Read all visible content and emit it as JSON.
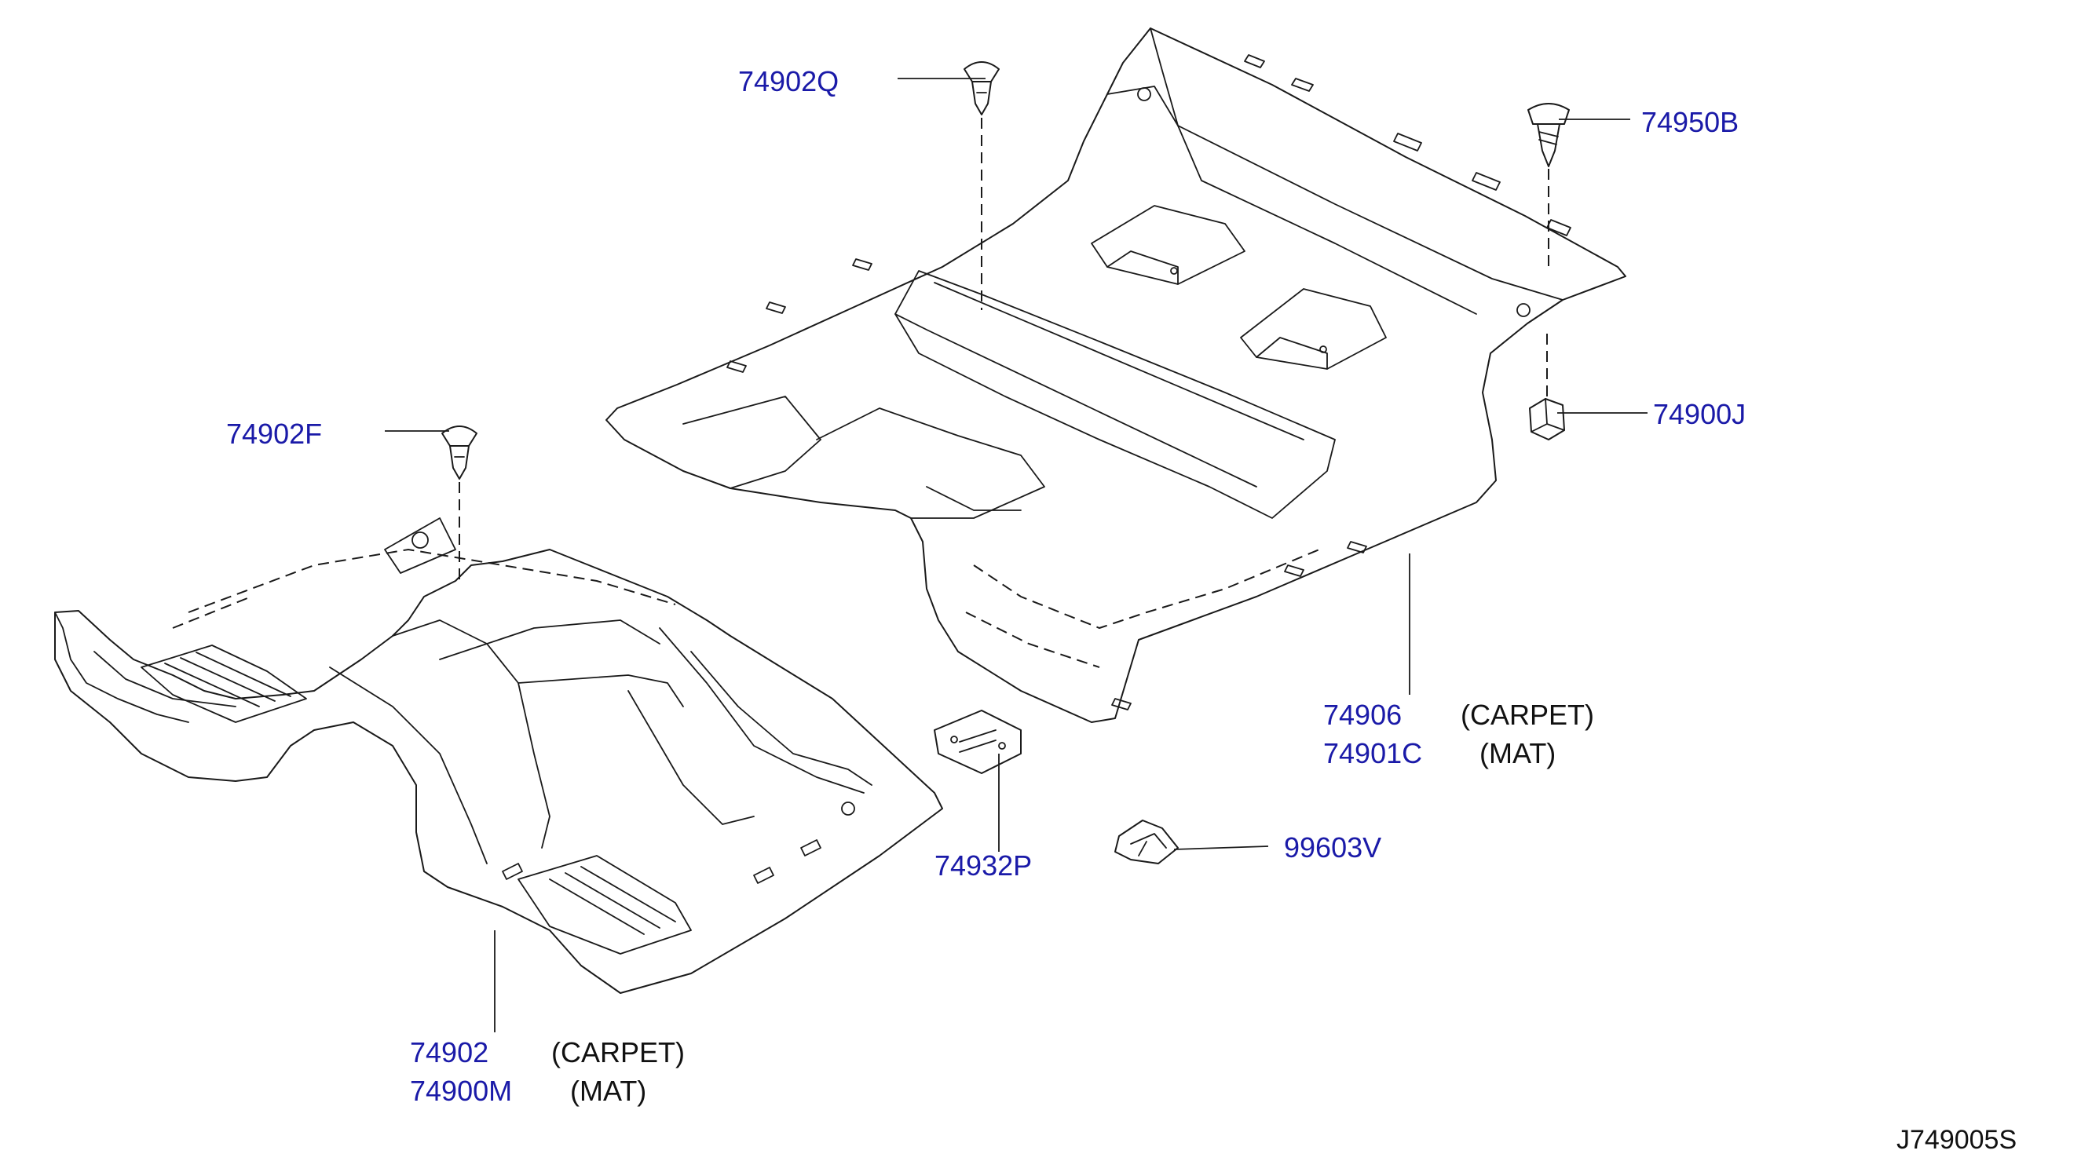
{
  "callouts": {
    "c74902Q": "74902Q",
    "c74950B": "74950B",
    "c74902F": "74902F",
    "c74900J": "74900J",
    "c74906": "74906",
    "c74906_desc": "(CARPET)",
    "c74901C": "74901C",
    "c74901C_desc": "(MAT)",
    "c74932P": "74932P",
    "c99603V": "99603V",
    "c74902": "74902",
    "c74902_desc": "(CARPET)",
    "c74900M": "74900M",
    "c74900M_desc": "(MAT)"
  },
  "diagram_ref": "J749005S",
  "colors": {
    "part_number": "#1a1aa8",
    "line": "#1a1a1a",
    "background": "#ffffff"
  }
}
